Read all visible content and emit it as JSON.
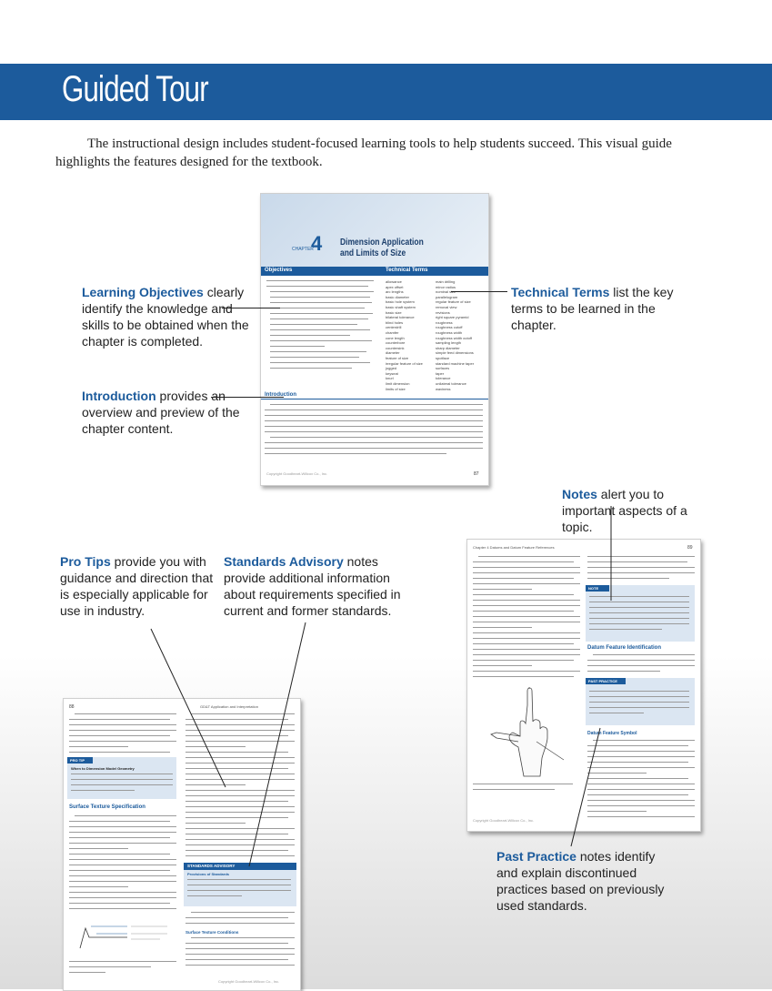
{
  "header": {
    "title": "Guided Tour"
  },
  "intro": {
    "text": "The instructional design includes student-focused learning tools to help students succeed. This visual guide highlights the features designed for the textbook."
  },
  "callouts": {
    "learning_objectives": {
      "label": "Learning Objectives",
      "text": " clearly identify the knowledge and skills to be obtained when the chapter is completed."
    },
    "introduction": {
      "label": "Introduction",
      "text": " provides an overview and preview of the chapter content."
    },
    "technical_terms": {
      "label": "Technical Terms",
      "text": " list the key terms to be learned in the chapter."
    },
    "notes": {
      "label": "Notes",
      "text": " alert you to important aspects of a topic."
    },
    "pro_tips": {
      "label": "Pro Tips",
      "text": " provide you with guidance and direction that is especially applicable for use in industry."
    },
    "standards_advisory": {
      "label": "Standards Advisory",
      "text": " notes provide additional information about requirements specified in current and former standards."
    },
    "past_practice": {
      "label": "Past Practice",
      "text": " notes identify and explain discontinued practices based on previously used standards."
    }
  },
  "chapter_page": {
    "chapter_word": "CHAPTER",
    "chapter_number": "4",
    "title_line1": "Dimension Application",
    "title_line2": "and Limits of Size",
    "objectives_heading": "Objectives",
    "terms_heading": "Technical Terms",
    "intro_heading": "Introduction",
    "footer_left": "Copyright Goodheart-Willcox Co., Inc.",
    "footer_page": "87",
    "terms_col1": [
      "allowance",
      "apex offset",
      "arc lengths",
      "basic diameter",
      "basic hole system",
      "basic shaft system",
      "basic size",
      "bilateral tolerance",
      "blind holes",
      "centerdrill",
      "chamfer",
      "cone length",
      "counterbore",
      "countersink",
      "diameter",
      "feature of size",
      "irregular feature of size",
      "jogged",
      "keyseat",
      "knurl",
      "limit dimension",
      "limits of size"
    ],
    "terms_col2": [
      "main drilling",
      "minor radius",
      "nominal size",
      "parallelogram",
      "regular feature of size",
      "removal view",
      "revisions",
      "right square pyramid",
      "roughness",
      "roughness cutoff",
      "roughness width",
      "roughness width cutoff",
      "sampling length",
      "sharp diameter",
      "simple feed dimensions",
      "spotface",
      "standard machine taper",
      "surfaces",
      "taper",
      "tolerance",
      "unilateral tolerance",
      "waviness"
    ]
  },
  "right_page": {
    "header_left": "Chapter 4  Datums and Datum Feature References",
    "header_right": "89",
    "note_label": "NOTE",
    "section_heading": "Datum Feature Identification",
    "past_practice_label": "PAST PRACTICE",
    "past_heading": "Datum Feature Symbol",
    "footer_left": "Copyright Goodheart-Willcox Co., Inc."
  },
  "left_page": {
    "header_left": "88",
    "header_right": "GD&T Application and Interpretation",
    "pro_tip_label": "PRO TIP",
    "pro_tip_heading": "When to Dimension Model Geometry",
    "section_heading": "Surface Texture Specification",
    "standards_label": "STANDARDS ADVISORY",
    "standards_heading": "Provisions of Standards",
    "sub_heading": "Surface Texture Conditions",
    "footer_right": "Copyright Goodheart-Willcox Co., Inc."
  },
  "colors": {
    "brand": "#1c5b9c"
  }
}
